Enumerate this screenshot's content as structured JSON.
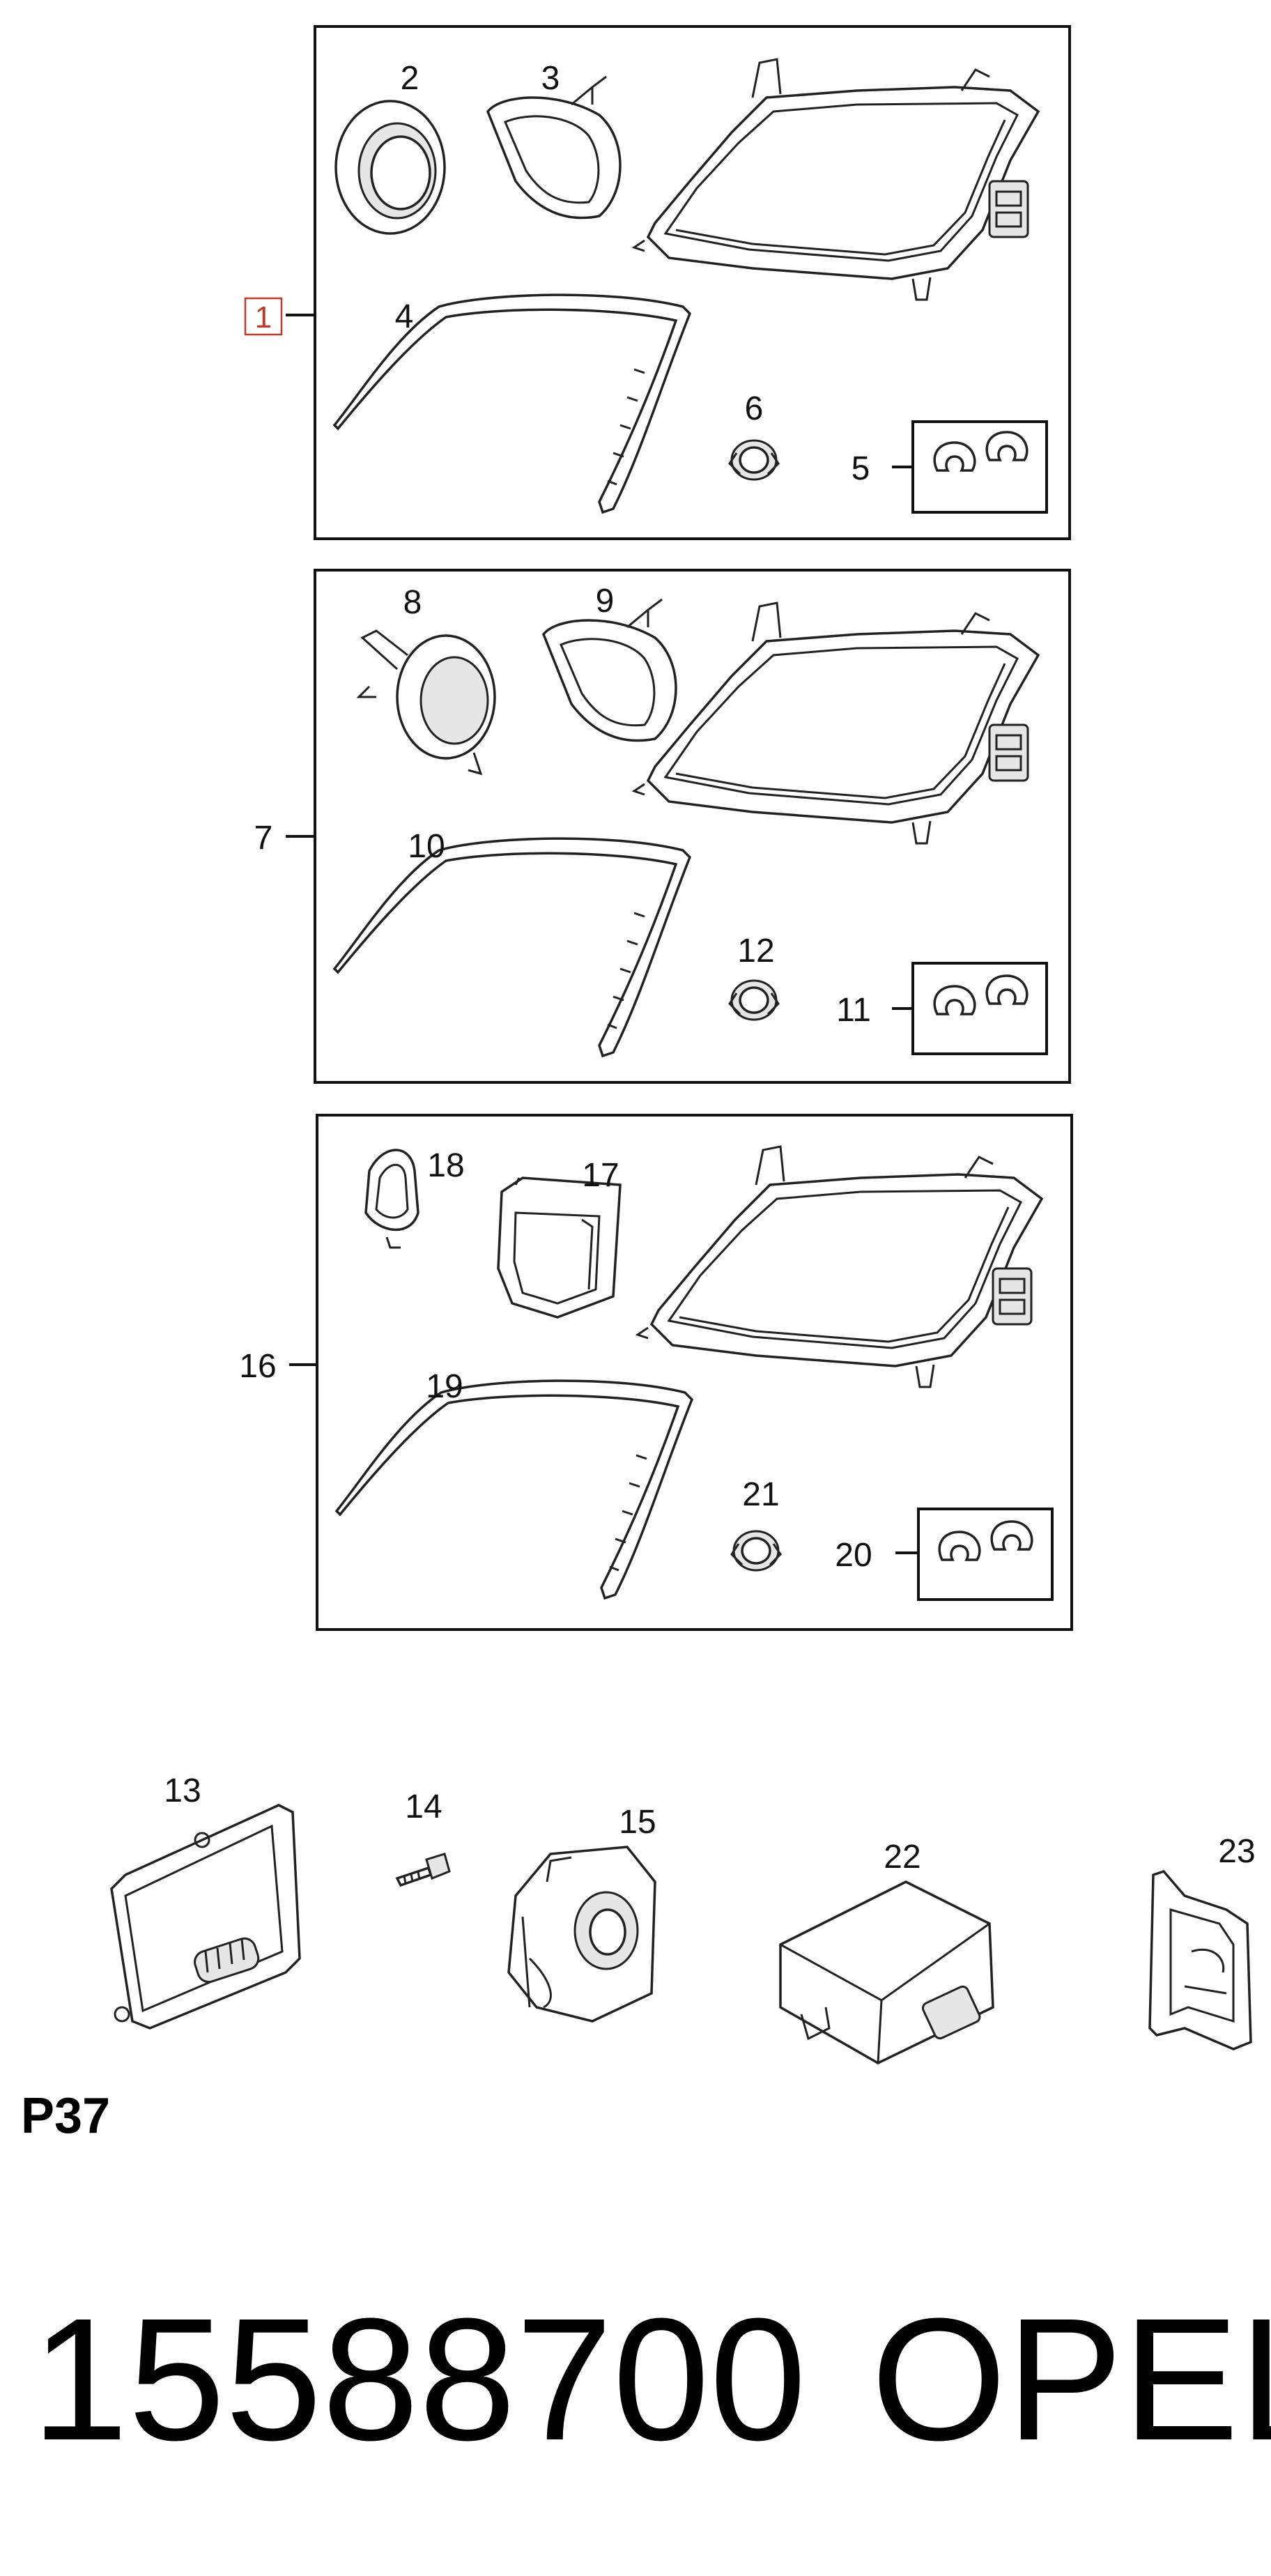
{
  "callouts": {
    "c1": "1",
    "c2": "2",
    "c3": "3",
    "c4": "4",
    "c5": "5",
    "c6": "6",
    "c7": "7",
    "c8": "8",
    "c9": "9",
    "c10": "10",
    "c11": "11",
    "c12": "12",
    "c13": "13",
    "c14": "14",
    "c15": "15",
    "c16": "16",
    "c17": "17",
    "c18": "18",
    "c19": "19",
    "c20": "20",
    "c21": "21",
    "c22": "22",
    "c23": "23"
  },
  "page_code": "P37",
  "part_number": "15588700",
  "brand": "OPEL",
  "colors": {
    "highlight": "#c0392b",
    "line": "#111111",
    "background": "#ffffff"
  }
}
